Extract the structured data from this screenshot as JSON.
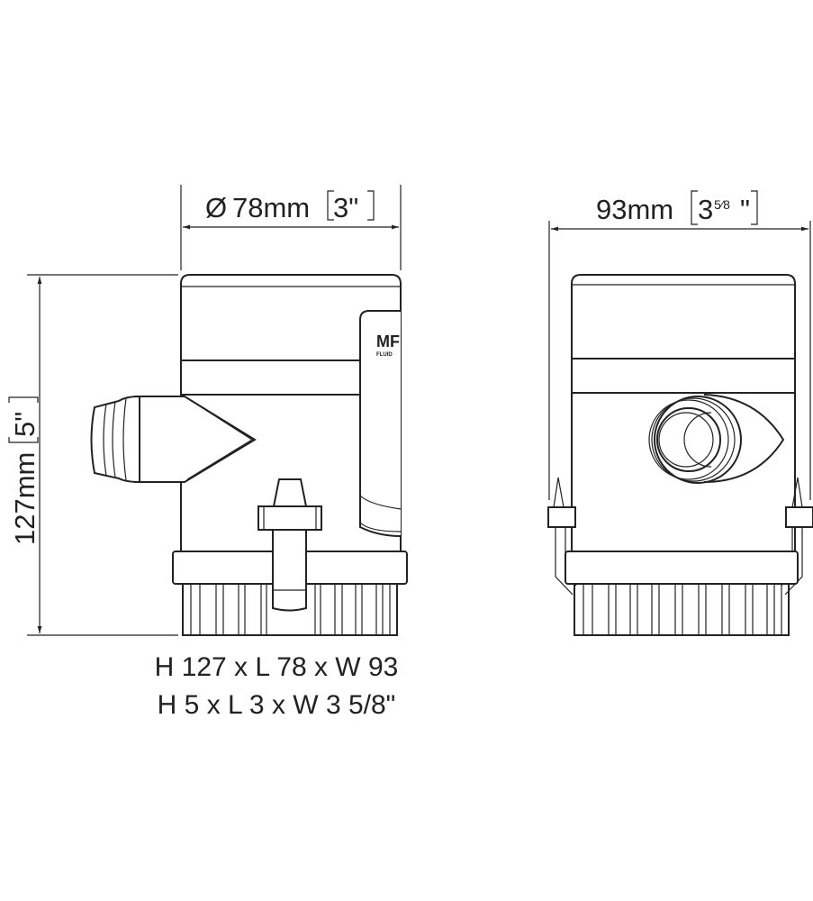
{
  "dimensions": {
    "diameter_symbol": "Ø",
    "diameter_mm": "78mm",
    "diameter_in": "3\"",
    "width_mm": "93mm",
    "width_in_whole": "3",
    "width_in_frac": "5⁄8",
    "width_in_mark": "\"",
    "height_mm": "127mm",
    "height_in": "5\""
  },
  "size_metric": "H 127 x L 78 x W 93",
  "size_imperial": "H 5 x L 3 x W 3 5/8\"",
  "logo_text": "MF FLUID"
}
